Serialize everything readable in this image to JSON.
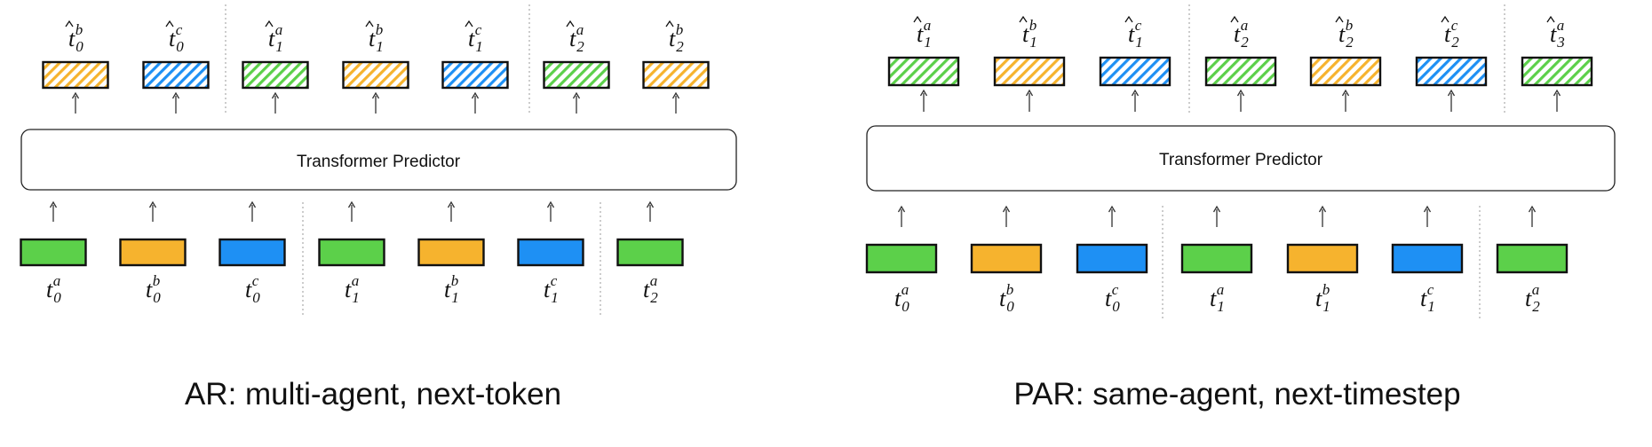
{
  "colors": {
    "a": "#5cd04a",
    "b": "#f6b32e",
    "c": "#1e90f4",
    "stroke": "#111111",
    "divider": "#9a9a9a",
    "arrow": "#333333",
    "predictor_border": "#222222"
  },
  "panels": [
    {
      "caption": "AR: multi-agent, next-token",
      "predictor_label": "Transformer Predictor",
      "outputs": [
        {
          "agent": "b",
          "t": "0"
        },
        {
          "agent": "c",
          "t": "0"
        },
        {
          "agent": "a",
          "t": "1"
        },
        {
          "agent": "b",
          "t": "1"
        },
        {
          "agent": "c",
          "t": "1"
        },
        {
          "agent": "a",
          "t": "2"
        },
        {
          "agent": "b",
          "t": "2"
        }
      ],
      "inputs": [
        {
          "agent": "a",
          "t": "0"
        },
        {
          "agent": "b",
          "t": "0"
        },
        {
          "agent": "c",
          "t": "0"
        },
        {
          "agent": "a",
          "t": "1"
        },
        {
          "agent": "b",
          "t": "1"
        },
        {
          "agent": "c",
          "t": "1"
        },
        {
          "agent": "a",
          "t": "2"
        }
      ]
    },
    {
      "caption": "PAR: same-agent, next-timestep",
      "predictor_label": "Transformer Predictor",
      "outputs": [
        {
          "agent": "a",
          "t": "1"
        },
        {
          "agent": "b",
          "t": "1"
        },
        {
          "agent": "c",
          "t": "1"
        },
        {
          "agent": "a",
          "t": "2"
        },
        {
          "agent": "b",
          "t": "2"
        },
        {
          "agent": "c",
          "t": "2"
        },
        {
          "agent": "a",
          "t": "3"
        }
      ],
      "inputs": [
        {
          "agent": "a",
          "t": "0"
        },
        {
          "agent": "b",
          "t": "0"
        },
        {
          "agent": "c",
          "t": "0"
        },
        {
          "agent": "a",
          "t": "1"
        },
        {
          "agent": "b",
          "t": "1"
        },
        {
          "agent": "c",
          "t": "1"
        },
        {
          "agent": "a",
          "t": "2"
        }
      ]
    }
  ]
}
